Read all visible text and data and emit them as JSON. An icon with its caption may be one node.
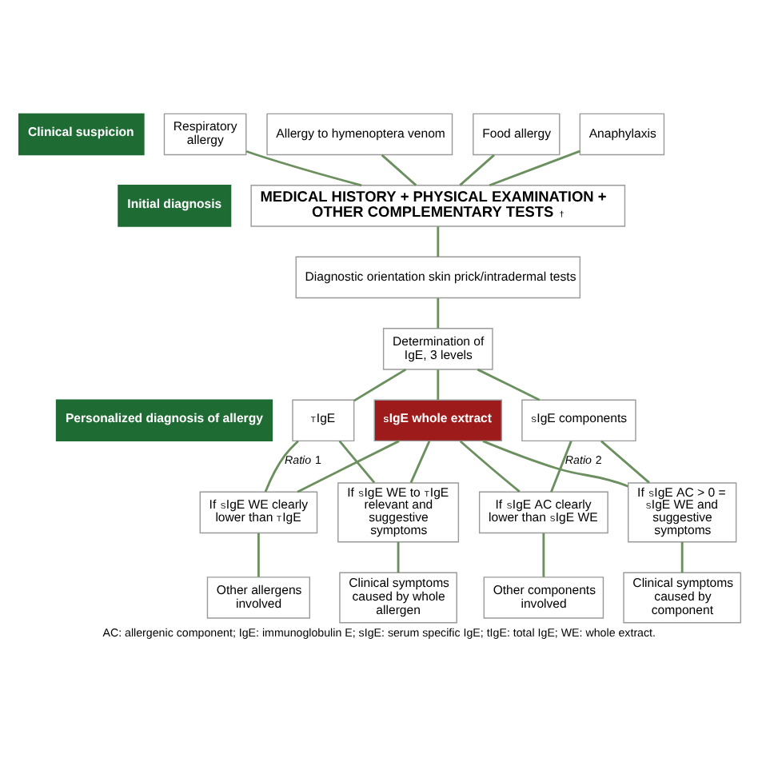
{
  "diagram": {
    "caption": "AC: allergenic component; IgE: immunoglobulin E; sIgE: serum specific IgE; tIgE: total IgE; WE: whole extract.",
    "nodes": [
      {
        "text": [
          "Clinical suspicion"
        ]
      },
      {
        "text": [
          "Initial diagnosis"
        ]
      },
      {
        "text": [
          "Personalized diagnosis of allergy"
        ]
      },
      {
        "text": [
          "Respiratory allergy"
        ]
      },
      {
        "text": [
          "Allergy to hymenoptera venom"
        ]
      },
      {
        "text": [
          "Food allergy"
        ]
      },
      {
        "text": [
          "Anaphylaxis"
        ]
      },
      {
        "text": [
          "MEDICAL HISTORY + PHYSICAL EXAMINATION + OTHER COMPLEMENTARY TESTS$^{†}$"
        ]
      },
      {
        "text": [
          "Diagnostic orientation skin prick/intradermal tests"
        ]
      },
      {
        "text": [
          "Determination of IgE, 3 levels"
        ]
      },
      {
        "text": [
          "$_{T}$IgE"
        ]
      },
      {
        "text": [
          "$_{S}$IgE whole extract"
        ]
      },
      {
        "text": [
          "$_{S}$IgE components"
        ]
      },
      {
        "text": [
          "If $_{S}$IgE WE clearly lower than $_{T}$IgE"
        ]
      },
      {
        "text": [
          "If $_{S}$IgE WE to $_{T}$IgE relevant and suggestive symptoms"
        ]
      },
      {
        "text": [
          "If $_{S}$IgE AC clearly lower than $_{S}$IgE WE"
        ]
      },
      {
        "text": [
          "If $_{S}$IgE AC > 0 = $_{S}$IgE WE and suggestive symptoms"
        ]
      },
      {
        "text": [
          "Other allergens involved"
        ]
      },
      {
        "text": [
          "Clinical symptoms caused by whole allergen"
        ]
      },
      {
        "text": [
          "Other components involved"
        ]
      },
      {
        "text": [
          "Clinical symptoms caused by component"
        ]
      }
    ],
    "edges": [
      {
        "from": 3,
        "to": 7,
        "arrow": "none"
      },
      {
        "from": 4,
        "to": 7,
        "arrow": "none"
      },
      {
        "from": 5,
        "to": 7,
        "arrow": "none"
      },
      {
        "from": 6,
        "to": 7,
        "arrow": "none"
      },
      {
        "from": 7,
        "to": 8,
        "arrow": "none"
      },
      {
        "from": 8,
        "to": 9,
        "arrow": "none"
      },
      {
        "from": 9,
        "to": 10,
        "arrow": "none"
      },
      {
        "from": 9,
        "to": 11,
        "arrow": "none"
      },
      {
        "from": 9,
        "to": 12,
        "arrow": "none"
      },
      {
        "from": 10,
        "to": 13,
        "arrow": "none",
        "label": "*Ratio* 1"
      },
      {
        "from": 10,
        "to": 14,
        "arrow": "none"
      },
      {
        "from": 11,
        "to": 13,
        "arrow": "none"
      },
      {
        "from": 11,
        "to": 14,
        "arrow": "none"
      },
      {
        "from": 11,
        "to": 15,
        "arrow": "none"
      },
      {
        "from": 11,
        "to": 16,
        "arrow": "none"
      },
      {
        "from": 12,
        "to": 15,
        "arrow": "none",
        "label": "*Ratio* 2"
      },
      {
        "from": 12,
        "to": 16,
        "arrow": "none"
      },
      {
        "from": 13,
        "to": 17,
        "arrow": "none"
      },
      {
        "from": 14,
        "to": 18,
        "arrow": "none"
      },
      {
        "from": 15,
        "to": 19,
        "arrow": "none"
      },
      {
        "from": 16,
        "to": 20,
        "arrow": "none"
      }
    ]
  }
}
